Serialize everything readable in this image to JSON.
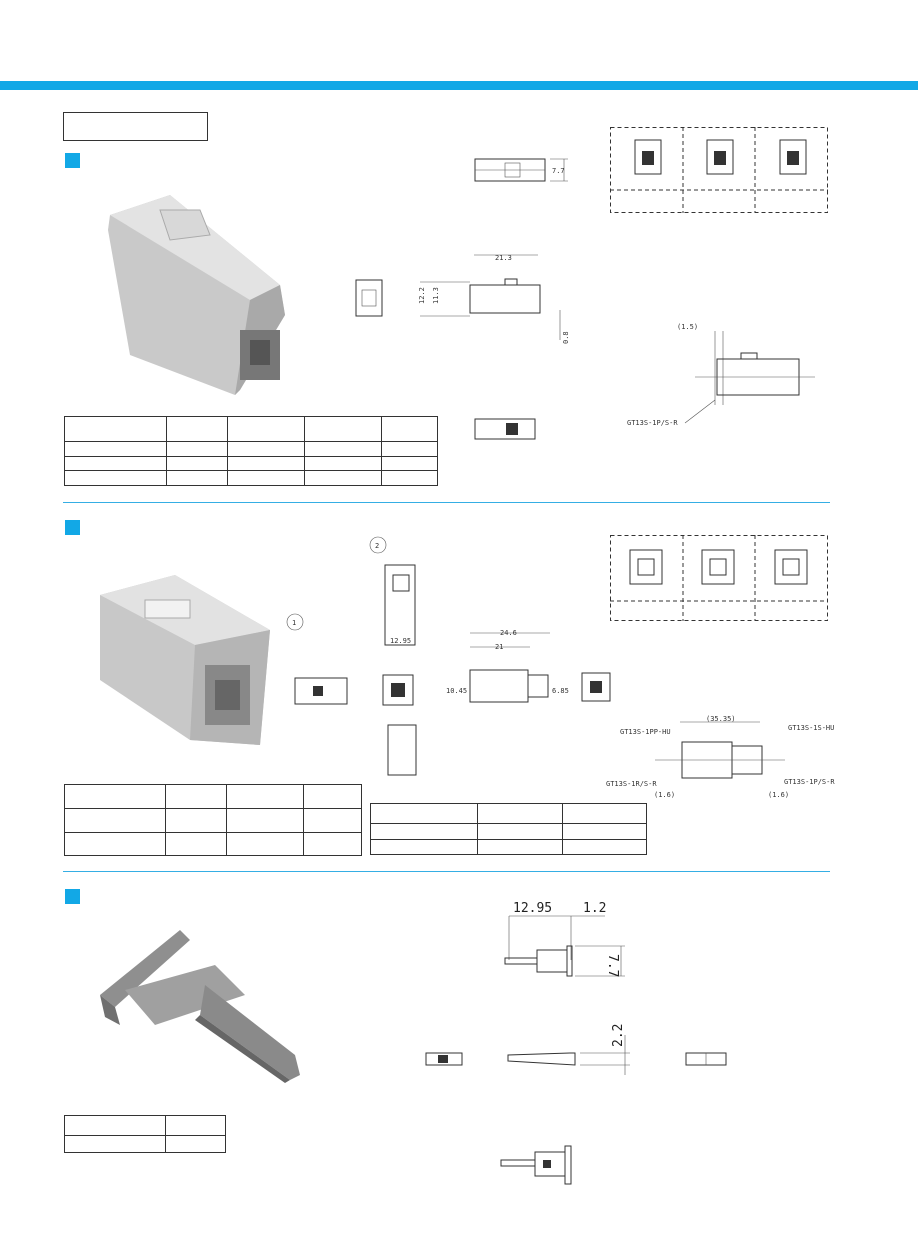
{
  "colors": {
    "accent": "#12a8e6",
    "separator": "#35aee4",
    "photo_light": "#d9d9d9",
    "photo_dark": "#8a8a8a"
  },
  "section1": {
    "dims": {
      "height_small": "7.7",
      "width": "21.3",
      "h1": "12.2",
      "h2": "11.3",
      "offset": "0.8",
      "detail": "(1.5)",
      "part_label": "GT13S-1P/S-R"
    }
  },
  "section2": {
    "dims": {
      "callout_1": "1",
      "callout_2": "2",
      "w1": "12.95",
      "total": "24.6",
      "body": "21",
      "h1": "10.45",
      "h2": "6.85",
      "span": "(35.35)",
      "label_a": "GT13S-1PP-HU",
      "label_b": "GT13S-1S-HU",
      "label_c": "GT13S-1R/S-R",
      "label_d": "GT13S-1P/S-R",
      "gap_l": "(1.6)",
      "gap_r": "(1.6)"
    }
  },
  "section3": {
    "dims": {
      "length": "12.95",
      "tab": "1.2",
      "height": "7.7",
      "thickness": "2.2"
    }
  }
}
